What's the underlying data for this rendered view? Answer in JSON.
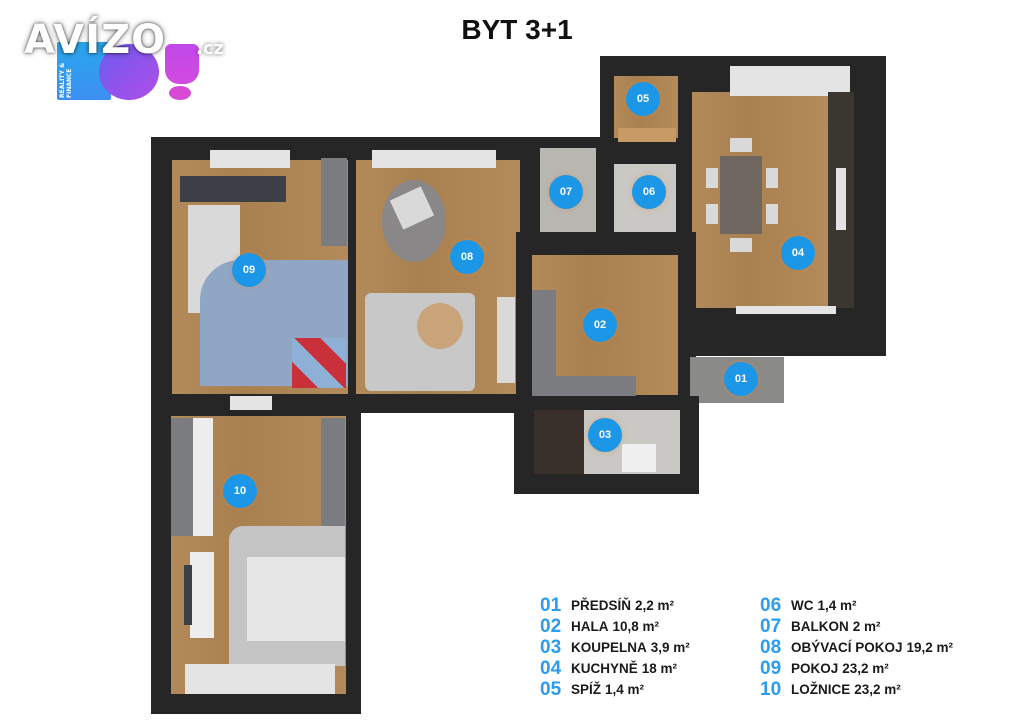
{
  "logo": {
    "primary": "AVÍZO",
    "suffix": ".cz",
    "secondary": "BO!",
    "secondary_side_text": "REALITY & FINANCE"
  },
  "title": "BYT 3+1",
  "colors": {
    "badge": "#1c96e6",
    "legend_number": "#2a9df0",
    "walls": "#262626",
    "floor": "#b38a59"
  },
  "rooms": [
    {
      "id": "01",
      "name": "PŘEDSÍŇ",
      "area": "2,2 m²"
    },
    {
      "id": "02",
      "name": "HALA",
      "area": "10,8 m²"
    },
    {
      "id": "03",
      "name": "KOUPELNA",
      "area": "3,9 m²"
    },
    {
      "id": "04",
      "name": "KUCHYNĚ",
      "area": "18 m²"
    },
    {
      "id": "05",
      "name": "SPÍŽ",
      "area": "1,4 m²"
    },
    {
      "id": "06",
      "name": "WC",
      "area": "1,4 m²"
    },
    {
      "id": "07",
      "name": "BALKON",
      "area": "2 m²"
    },
    {
      "id": "08",
      "name": "OBÝVACÍ POKOJ",
      "area": "19,2 m²"
    },
    {
      "id": "09",
      "name": "POKOJ",
      "area": "23,2 m²"
    },
    {
      "id": "10",
      "name": "LOŽNICE",
      "area": "23,2 m²"
    }
  ]
}
